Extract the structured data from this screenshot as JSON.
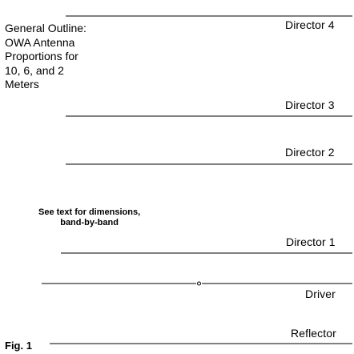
{
  "outline": {
    "lines": [
      "General Outline:",
      "OWA Antenna",
      "Proportions for",
      "10, 6, and 2",
      "Meters"
    ]
  },
  "note": {
    "lines": [
      "See text for dimensions,",
      "band-by-band"
    ]
  },
  "elements": {
    "director4": "Director 4",
    "director3": "Director 3",
    "director2": "Director 2",
    "director1": "Director 1",
    "driver": "Driver",
    "reflector": "Reflector"
  },
  "figure_label": "Fig. 1",
  "colors": {
    "line": "#000000",
    "background": "#ffffff"
  }
}
